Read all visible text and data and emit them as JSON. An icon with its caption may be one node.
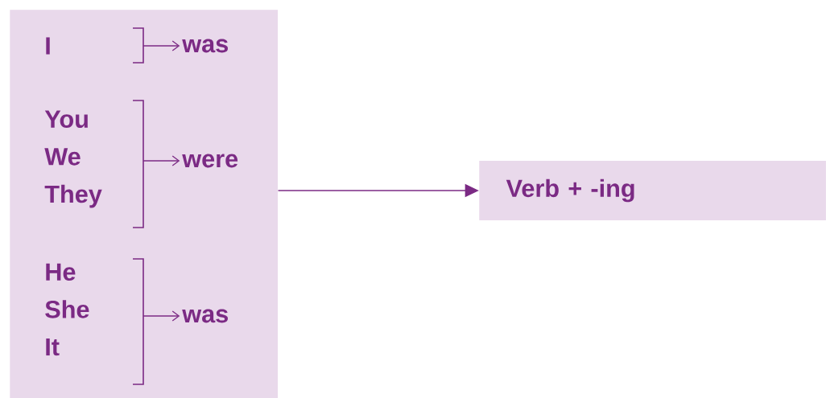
{
  "diagram": {
    "nodes": [
      {
        "text": [],
        "shape": "box"
      },
      {
        "text": [
          "I"
        ],
        "in": 0
      },
      {
        "text": [
          "was"
        ],
        "in": 0
      },
      {
        "text": [
          "You We They"
        ],
        "in": 0
      },
      {
        "text": [
          "were"
        ],
        "in": 0
      },
      {
        "text": [
          "He She It"
        ],
        "in": 0
      },
      {
        "text": [
          "was"
        ],
        "in": 0
      },
      {
        "text": [
          "Verb +  -ing"
        ]
      }
    ],
    "edges": [
      {
        "from": 1,
        "to": 2,
        "arrow": "to"
      },
      {
        "from": 3,
        "to": 4,
        "arrow": "to"
      },
      {
        "from": 5,
        "to": 6,
        "arrow": "to"
      },
      {
        "from": 0,
        "to": 7,
        "arrow": "to"
      }
    ]
  }
}
